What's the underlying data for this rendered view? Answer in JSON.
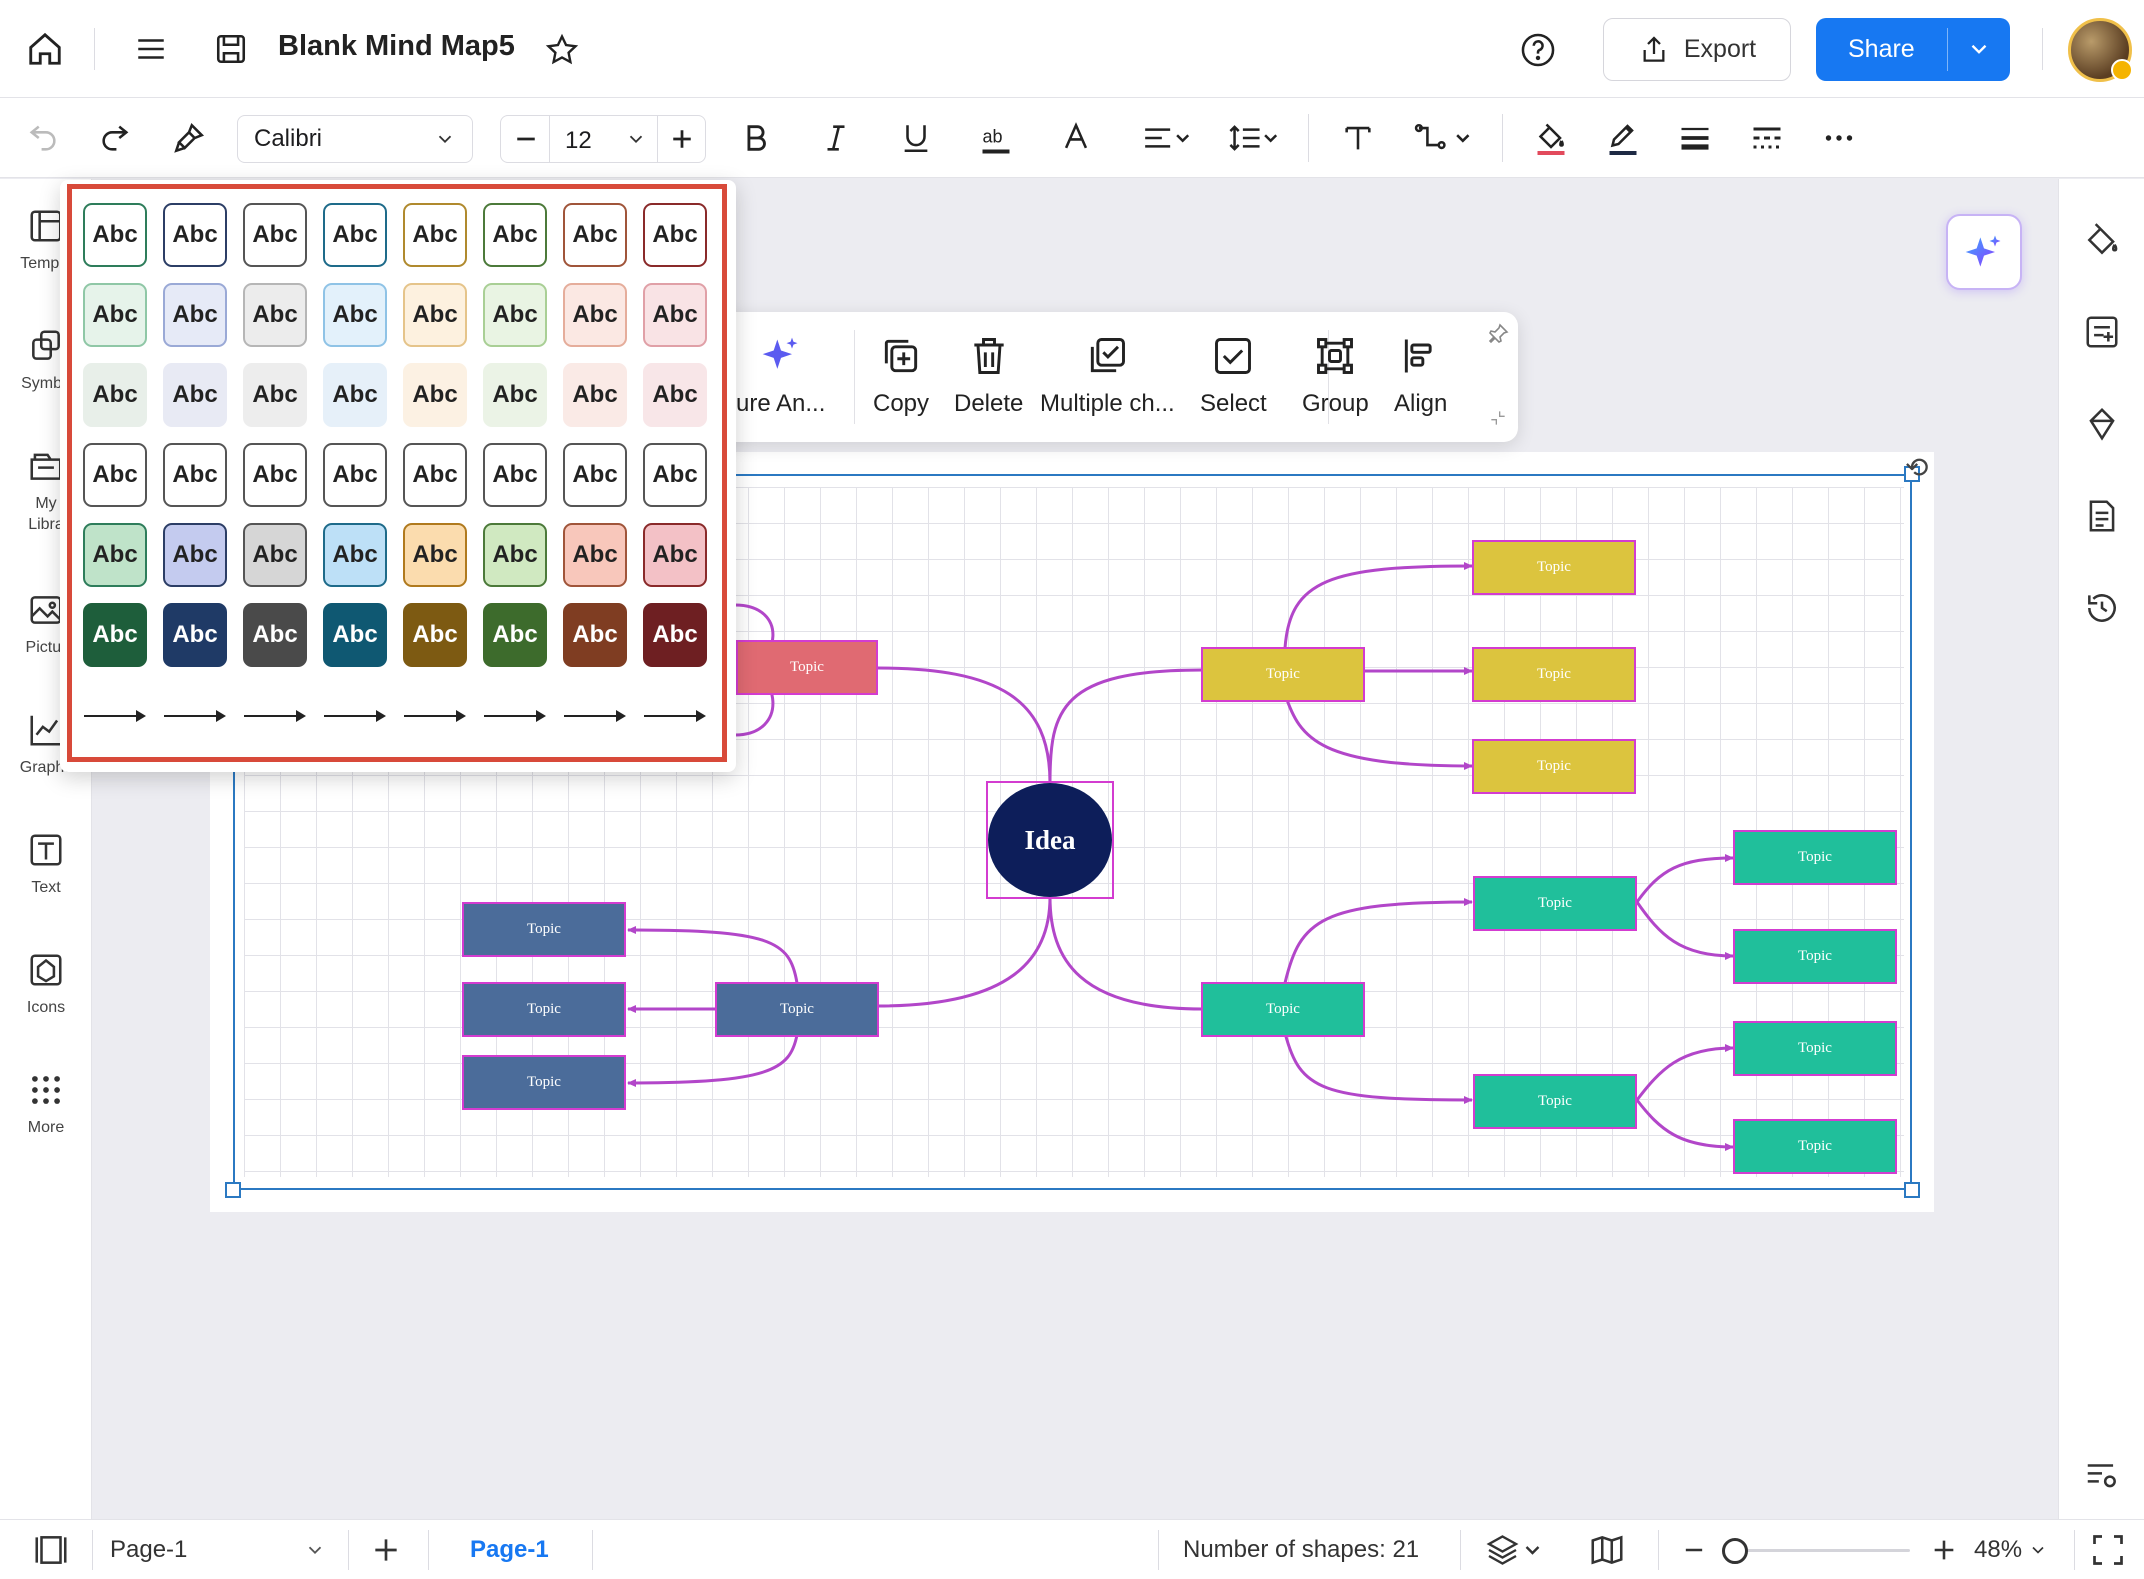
{
  "header": {
    "title": "Blank Mind Map5",
    "export_label": "Export",
    "share_label": "Share"
  },
  "toolbar": {
    "font": "Calibri",
    "font_size": "12"
  },
  "leftbar": {
    "items": [
      {
        "label": "Templa",
        "icon": "template-icon"
      },
      {
        "label": "Symbo",
        "icon": "symbol-icon"
      },
      {
        "label": "My Libra",
        "icon": "library-icon"
      },
      {
        "label": "Pictur",
        "icon": "picture-icon"
      },
      {
        "label": "Graphs",
        "icon": "graph-icon"
      },
      {
        "label": "Text",
        "icon": "text-icon"
      },
      {
        "label": "Icons",
        "icon": "icons-icon"
      },
      {
        "label": "More",
        "icon": "more-icon"
      }
    ]
  },
  "context_toolbar": {
    "items": [
      {
        "label": "ure An...",
        "icon": "sparkle-icon"
      },
      {
        "label": "Copy",
        "icon": "copy-icon"
      },
      {
        "label": "Delete",
        "icon": "trash-icon"
      },
      {
        "label": "Multiple ch...",
        "icon": "multi-check-icon"
      },
      {
        "label": "Select",
        "icon": "checkbox-icon"
      },
      {
        "label": "Group",
        "icon": "group-icon"
      },
      {
        "label": "Align",
        "icon": "align-left-icon"
      }
    ]
  },
  "palette": {
    "swatch_text": "Abc",
    "rows": [
      {
        "style": "outline",
        "colors": [
          "#2e7d5b",
          "#2c3e66",
          "#555555",
          "#1e6b8a",
          "#b08a2e",
          "#4c7a3a",
          "#a0553a",
          "#8a2a2a"
        ]
      },
      {
        "style": "tint-border",
        "fills": [
          "#e6f3ea",
          "#e6eaf7",
          "#ececec",
          "#e3f1fb",
          "#fdf1df",
          "#e9f4e3",
          "#fbe8e3",
          "#f9e3e5"
        ],
        "borders": [
          "#8fc7a6",
          "#9aa9d6",
          "#b6b6b6",
          "#8fc3e6",
          "#e5c48a",
          "#a9cf95",
          "#e5ad9b",
          "#e0a0a7"
        ]
      },
      {
        "style": "tint",
        "fills": [
          "#e8efe9",
          "#e8eaf4",
          "#ededed",
          "#e6f0f9",
          "#fcf1e3",
          "#ebf3e6",
          "#faeae6",
          "#f8e6e8"
        ]
      },
      {
        "style": "white-outline",
        "borders": [
          "#555",
          "#555",
          "#555",
          "#555",
          "#555",
          "#555",
          "#555",
          "#555"
        ]
      },
      {
        "style": "medium",
        "fills": [
          "#bfe3c9",
          "#c4cbef",
          "#d6d6d6",
          "#bde0f7",
          "#fbdcae",
          "#d0e9c1",
          "#f8c7bb",
          "#f3c1c6"
        ],
        "borders": [
          "#2e7d5b",
          "#2c3e66",
          "#555",
          "#1e6b8a",
          "#b07a1e",
          "#4c7a3a",
          "#a0553a",
          "#8a2a2a"
        ]
      },
      {
        "style": "solid",
        "fills": [
          "#1e5e3b",
          "#1f3a66",
          "#4a4a4a",
          "#0f5872",
          "#7d5a12",
          "#3d6b2c",
          "#7f3d22",
          "#6e1f22"
        ]
      }
    ]
  },
  "canvas": {
    "central": "Idea",
    "topic_label": "Topic",
    "colors": {
      "red": "#e06a72",
      "yellow": "#dcc43e",
      "blue": "#4b6c9a",
      "teal": "#20bf9b",
      "line": "#b246c9",
      "idea": "#0d1e5a"
    }
  },
  "bottombar": {
    "page_select": "Page-1",
    "page_tab": "Page-1",
    "shapes_count": "Number of shapes: 21",
    "zoom": "48%"
  }
}
